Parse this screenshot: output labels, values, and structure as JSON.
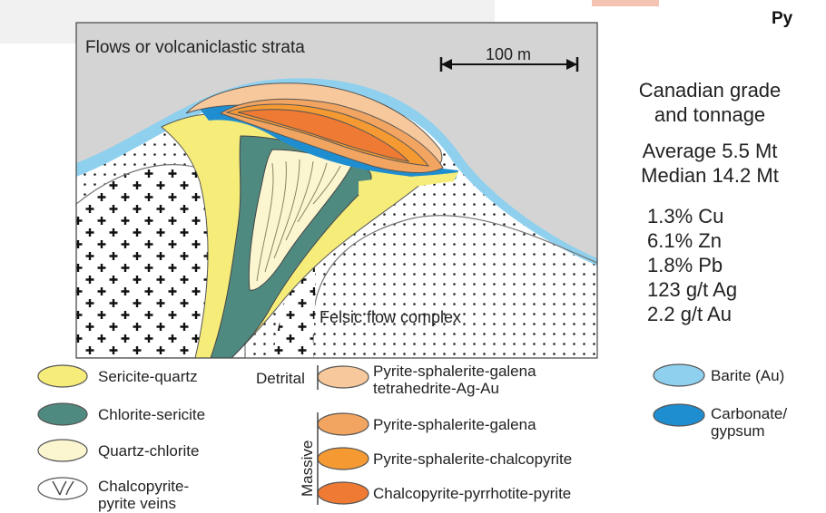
{
  "top_right_label": "Py",
  "diagram": {
    "strata_label": "Flows or volcaniclastic strata",
    "scale_label": "100 m",
    "felsic_label": "Felsic flow complex"
  },
  "info": {
    "title_line1": "Canadian grade",
    "title_line2": "and tonnage",
    "average": "Average 5.5 Mt",
    "median": "Median 14.2 Mt",
    "grades": [
      "1.3% Cu",
      "6.1% Zn",
      "1.8% Pb",
      "123 g/t Ag",
      "2.2 g/t Au"
    ]
  },
  "legend": {
    "sericite_quartz": "Sericite-quartz",
    "chlorite_sericite": "Chlorite-sericite",
    "quartz_chlorite": "Quartz-chlorite",
    "veins_line1": "Chalcopyrite-",
    "veins_line2": "pyrite veins",
    "detrital": "Detrital",
    "massive": "Massive",
    "detrital_ore_line1": "Pyrite-sphalerite-galena",
    "detrital_ore_line2": "tetrahedrite-Ag-Au",
    "psg": "Pyrite-sphalerite-galena",
    "psc": "Pyrite-sphalerite-chalcopyrite",
    "cpp": "Chalcopyrite-pyrrhotite-pyrite",
    "barite": "Barite (Au)",
    "carbonate_line1": "Carbonate/",
    "carbonate_line2": "gypsum"
  },
  "colors": {
    "strata_gray": "#d4d4d4",
    "barite_blue": "#8ed0ee",
    "carbonate_blue": "#1f8ed0",
    "sericite_yellow": "#f6ec7a",
    "chlorite_green": "#4f8a80",
    "quartz_cream": "#fbf5d0",
    "detrital_peach": "#f7c89b",
    "psg_orange": "#f2a461",
    "psc_orange": "#f59a33",
    "cpp_orange": "#ee7a34"
  }
}
